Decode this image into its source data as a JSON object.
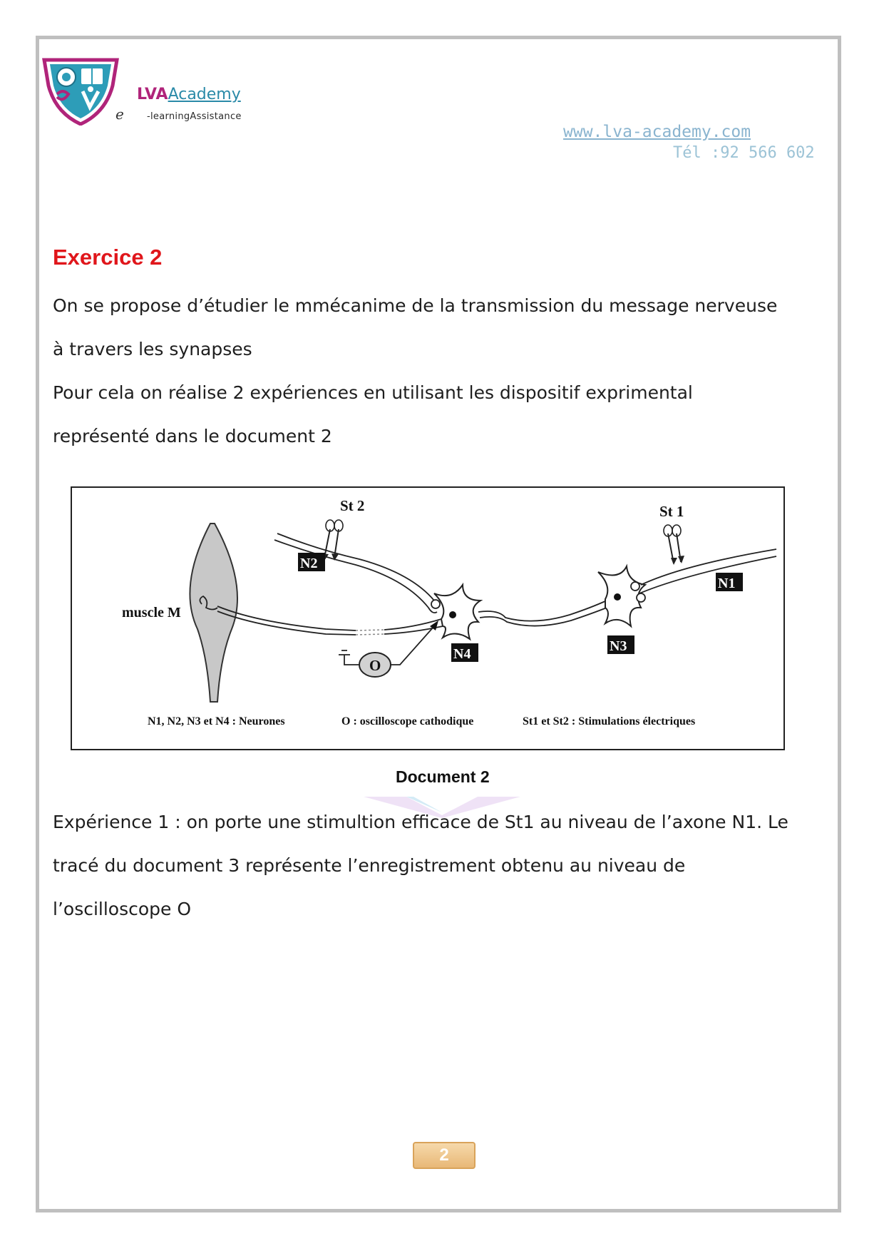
{
  "header": {
    "brand_lva": "LVA",
    "brand_academy": "Academy",
    "brand_e": "e",
    "tagline": "-learningAssistance",
    "website": "www.lva-academy.com",
    "phone": "Tél :92 566 602"
  },
  "exercise": {
    "title": "Exercice 2",
    "intro_line1": "On se propose d’étudier le mmécanime de la transmission du message nerveuse",
    "intro_line2": "à travers les synapses",
    "intro_line3": "Pour cela on réalise 2 expériences en utilisant les dispositif exprimental",
    "intro_line4": "représenté dans le document 2"
  },
  "figure": {
    "label_st2": "St 2",
    "label_st1": "St 1",
    "label_n1": "N1",
    "label_n2": "N2",
    "label_n3": "N3",
    "label_n4": "N4",
    "label_muscle": "muscle M",
    "label_o": "O",
    "legend_neurones": "N1, N2, N3 et N4 : Neurones",
    "legend_oscillo": "O : oscilloscope cathodique",
    "legend_stim": "St1 et St2 : Stimulations électriques",
    "caption": "Document 2"
  },
  "experience1": {
    "line1": "Expérience 1 : on porte une stimultion efficace de St1 au niveau de l’axone N1. Le",
    "line2": "tracé du document 3 représente l’enregistrement obtenu au niveau de",
    "line3": "l’oscilloscope O"
  },
  "footer": {
    "page_number": "2"
  },
  "colors": {
    "title_red": "#e0161b",
    "brand_magenta": "#b0247a",
    "brand_teal": "#2a8aa8",
    "page_badge": "#e8b877"
  }
}
